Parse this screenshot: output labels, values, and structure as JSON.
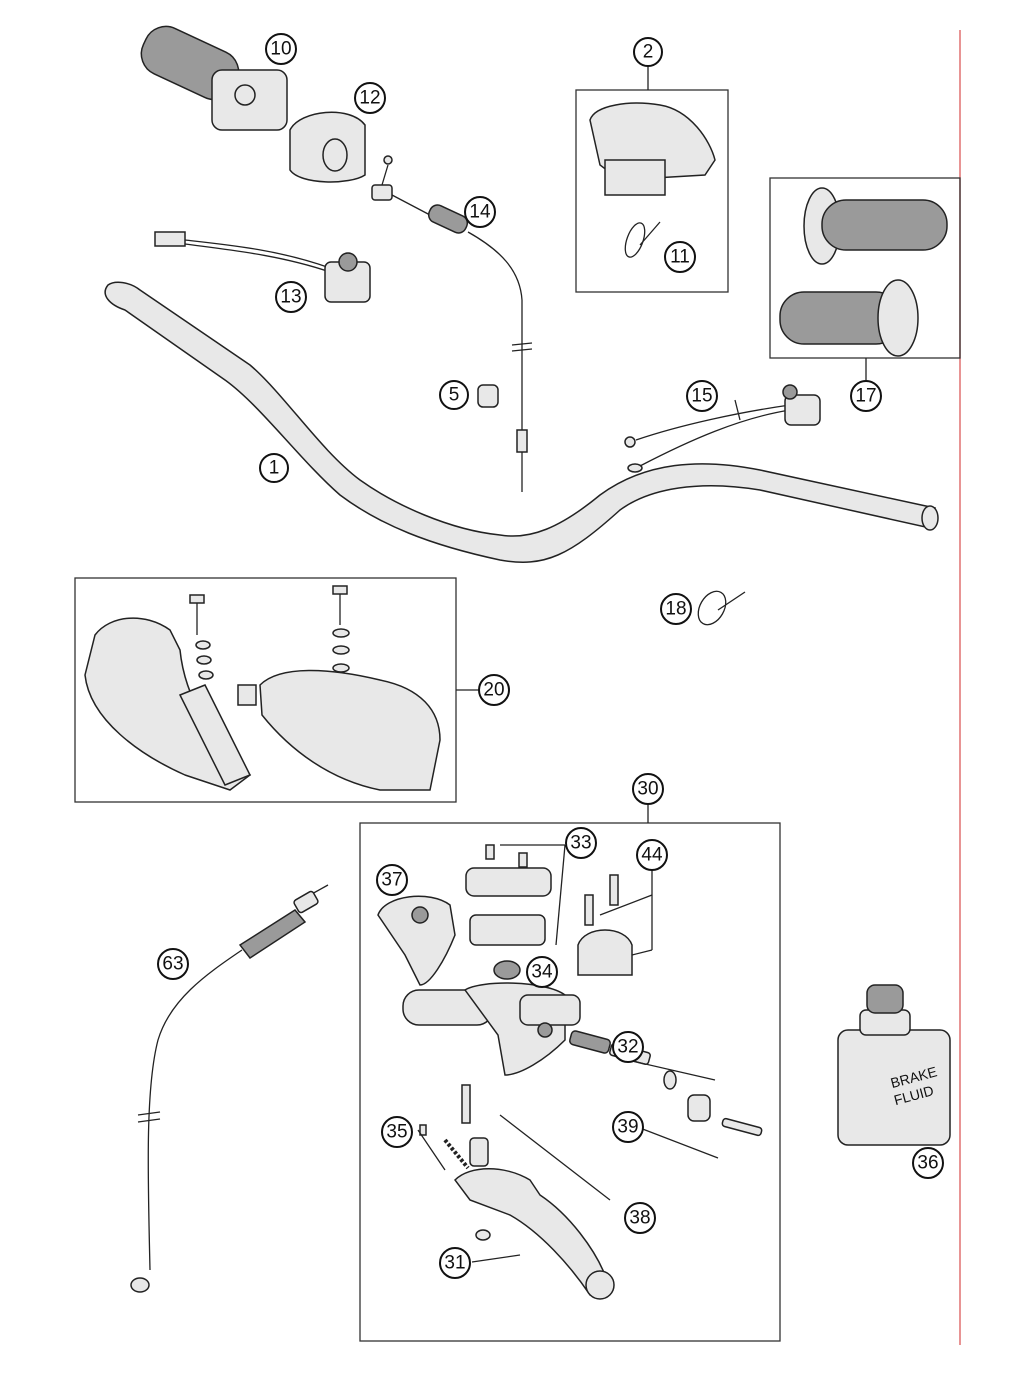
{
  "callouts": [
    {
      "id": "c10",
      "label": "10"
    },
    {
      "id": "c12",
      "label": "12"
    },
    {
      "id": "c2",
      "label": "2"
    },
    {
      "id": "c14",
      "label": "14"
    },
    {
      "id": "c11",
      "label": "11"
    },
    {
      "id": "c13",
      "label": "13"
    },
    {
      "id": "c5",
      "label": "5"
    },
    {
      "id": "c15",
      "label": "15"
    },
    {
      "id": "c17",
      "label": "17"
    },
    {
      "id": "c1",
      "label": "1"
    },
    {
      "id": "c18",
      "label": "18"
    },
    {
      "id": "c20",
      "label": "20"
    },
    {
      "id": "c30",
      "label": "30"
    },
    {
      "id": "c33",
      "label": "33"
    },
    {
      "id": "c44",
      "label": "44"
    },
    {
      "id": "c37",
      "label": "37"
    },
    {
      "id": "c63",
      "label": "63"
    },
    {
      "id": "c34",
      "label": "34"
    },
    {
      "id": "c32",
      "label": "32"
    },
    {
      "id": "c39",
      "label": "39"
    },
    {
      "id": "c35",
      "label": "35"
    },
    {
      "id": "c38",
      "label": "38"
    },
    {
      "id": "c31",
      "label": "31"
    },
    {
      "id": "c36",
      "label": "36"
    }
  ],
  "can_label": {
    "line1": "BRAKE",
    "line2": "FLUID"
  }
}
